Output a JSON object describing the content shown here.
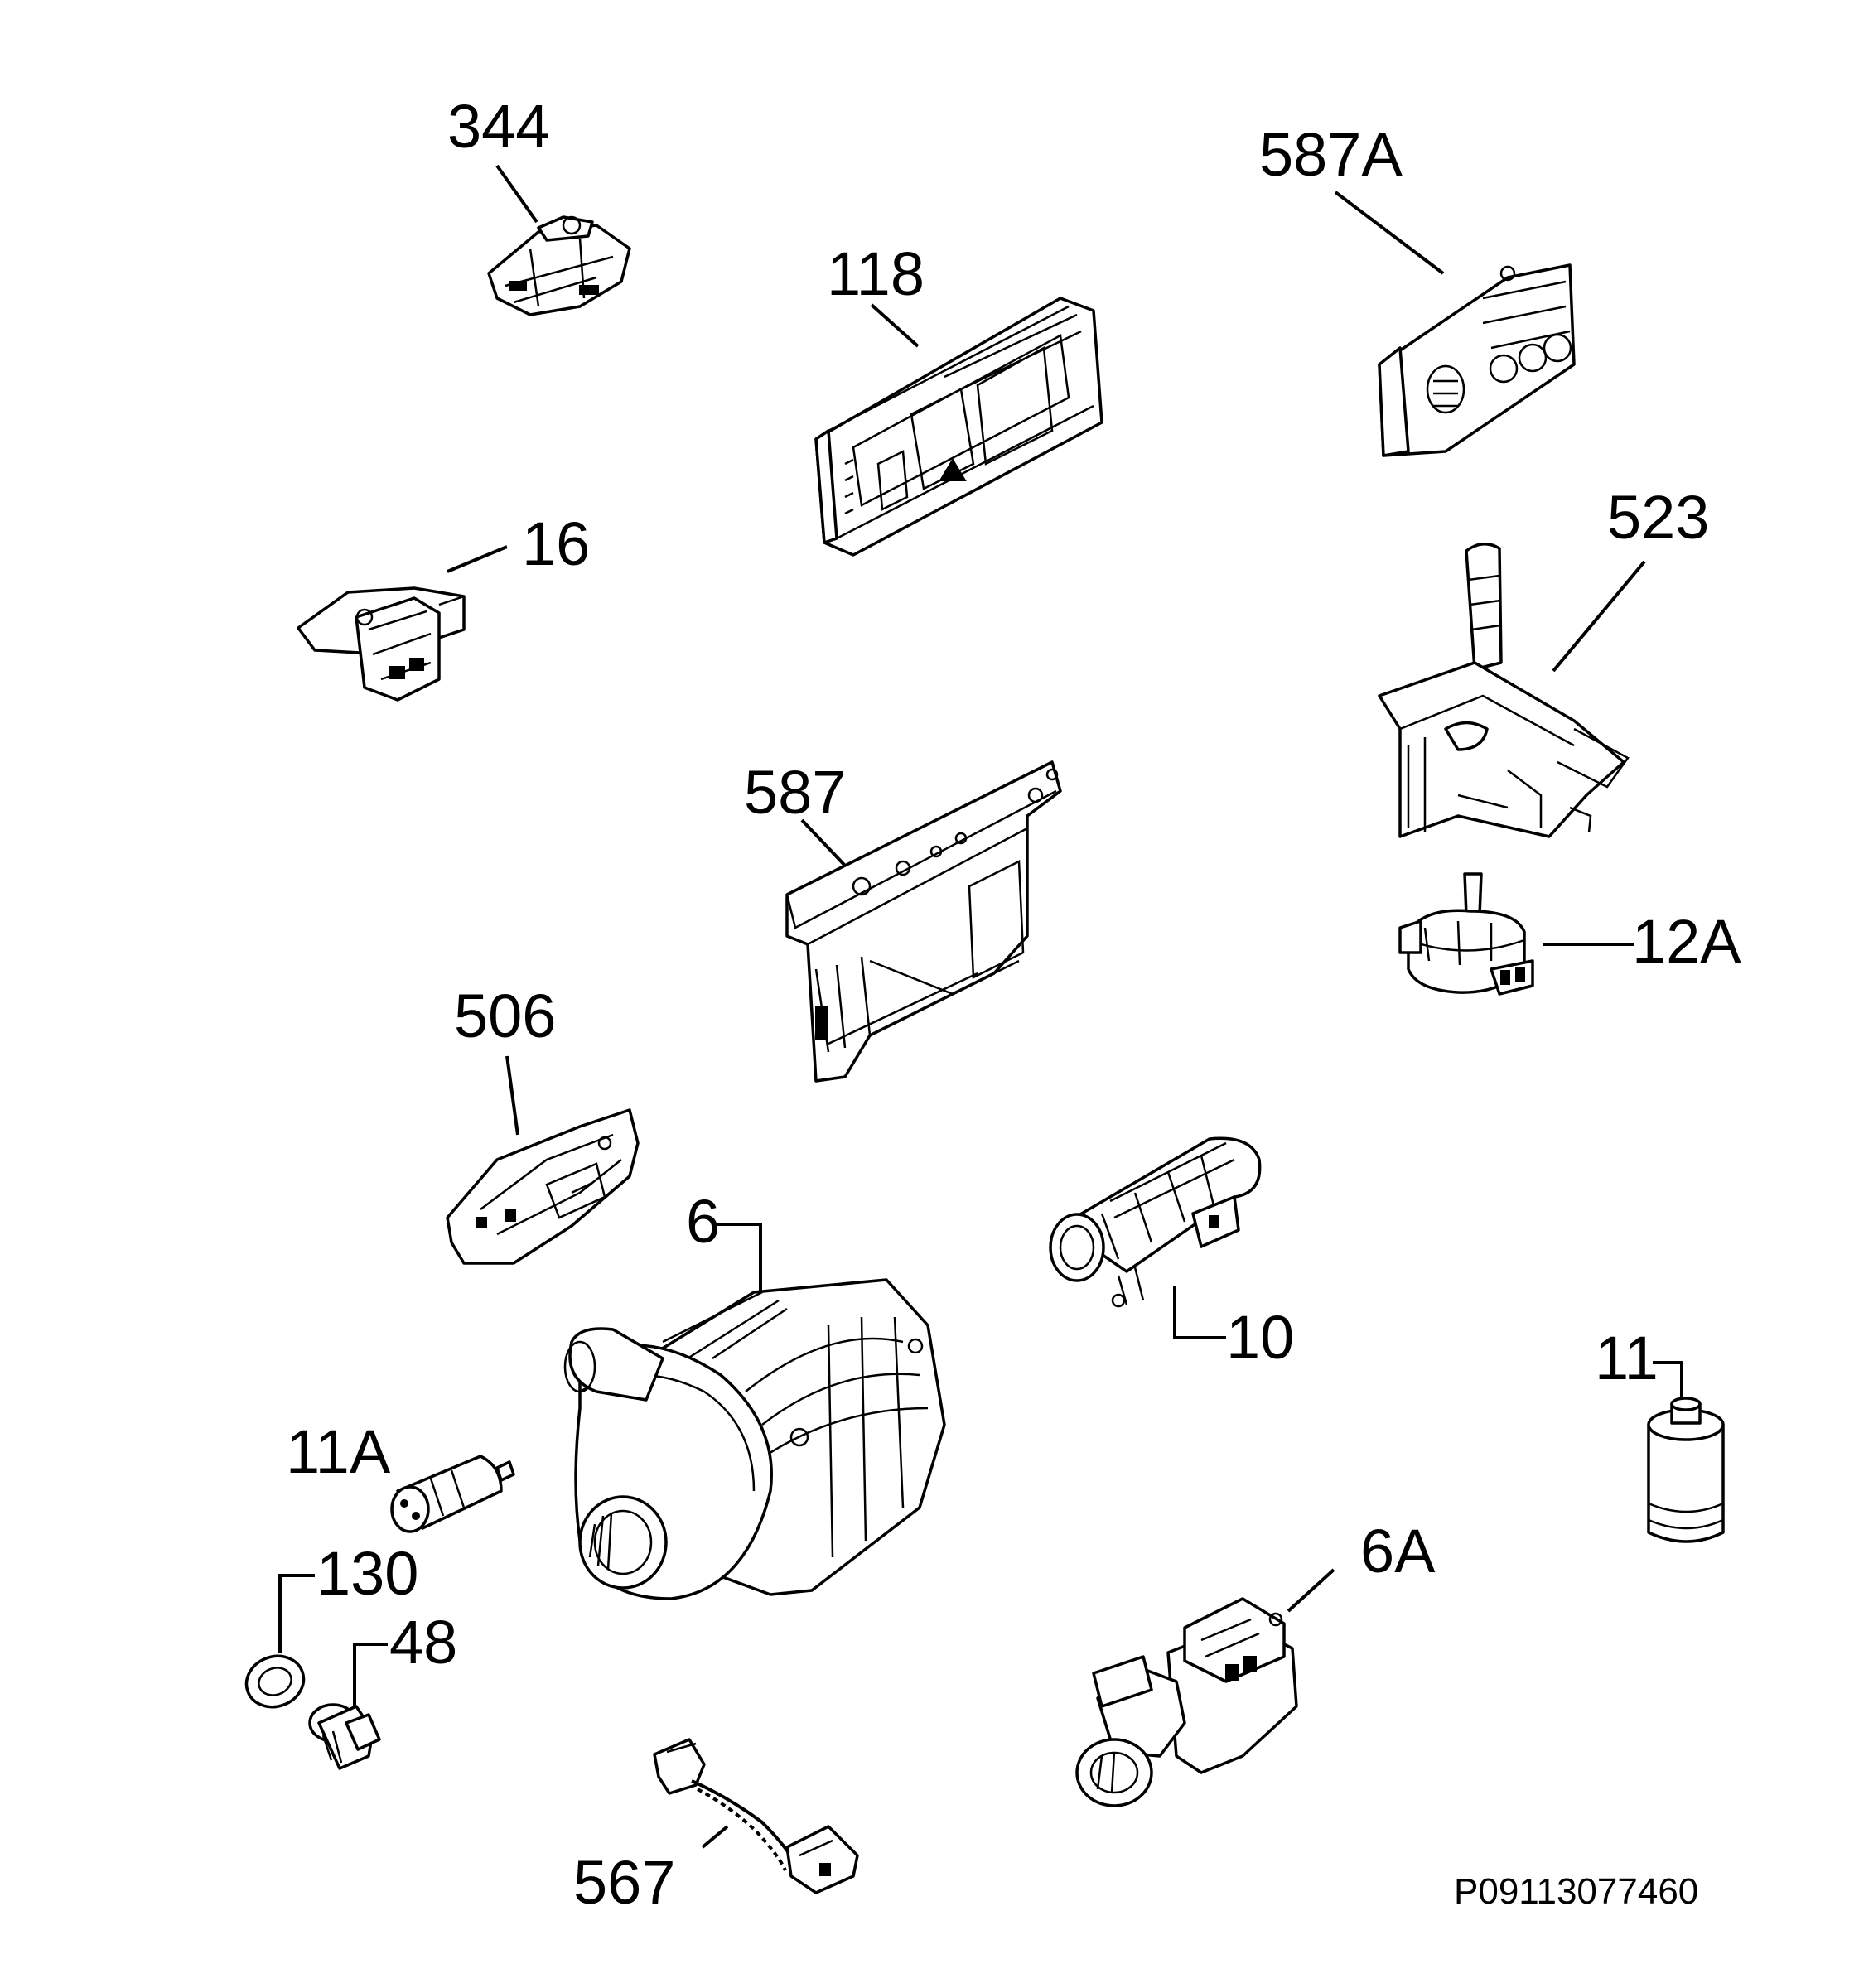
{
  "diagram": {
    "drawing_number": "P09113077460",
    "parts": [
      {
        "key": "p344",
        "label": "344",
        "icon": "control-board-holder-icon"
      },
      {
        "key": "p587A",
        "label": "587A",
        "icon": "selector-board-icon"
      },
      {
        "key": "p118",
        "label": "118",
        "icon": "electronic-module-icon"
      },
      {
        "key": "p16",
        "label": "16",
        "icon": "door-switch-icon"
      },
      {
        "key": "p523",
        "label": "523",
        "icon": "level-sensor-icon"
      },
      {
        "key": "p587",
        "label": "587",
        "icon": "board-bracket-icon"
      },
      {
        "key": "p12A",
        "label": "12A",
        "icon": "pressure-switch-icon"
      },
      {
        "key": "p506",
        "label": "506",
        "icon": "sensor-holder-icon"
      },
      {
        "key": "p6",
        "label": "6",
        "icon": "circulation-pump-motor-icon"
      },
      {
        "key": "p10",
        "label": "10",
        "icon": "heating-element-icon"
      },
      {
        "key": "p11",
        "label": "11",
        "icon": "capacitor-icon"
      },
      {
        "key": "p11A",
        "label": "11A",
        "icon": "small-capacitor-icon"
      },
      {
        "key": "p130",
        "label": "130",
        "icon": "seal-ring-icon"
      },
      {
        "key": "p48",
        "label": "48",
        "icon": "plug-icon"
      },
      {
        "key": "p6A",
        "label": "6A",
        "icon": "drain-pump-icon"
      },
      {
        "key": "p567",
        "label": "567",
        "icon": "wiring-harness-icon"
      }
    ]
  }
}
